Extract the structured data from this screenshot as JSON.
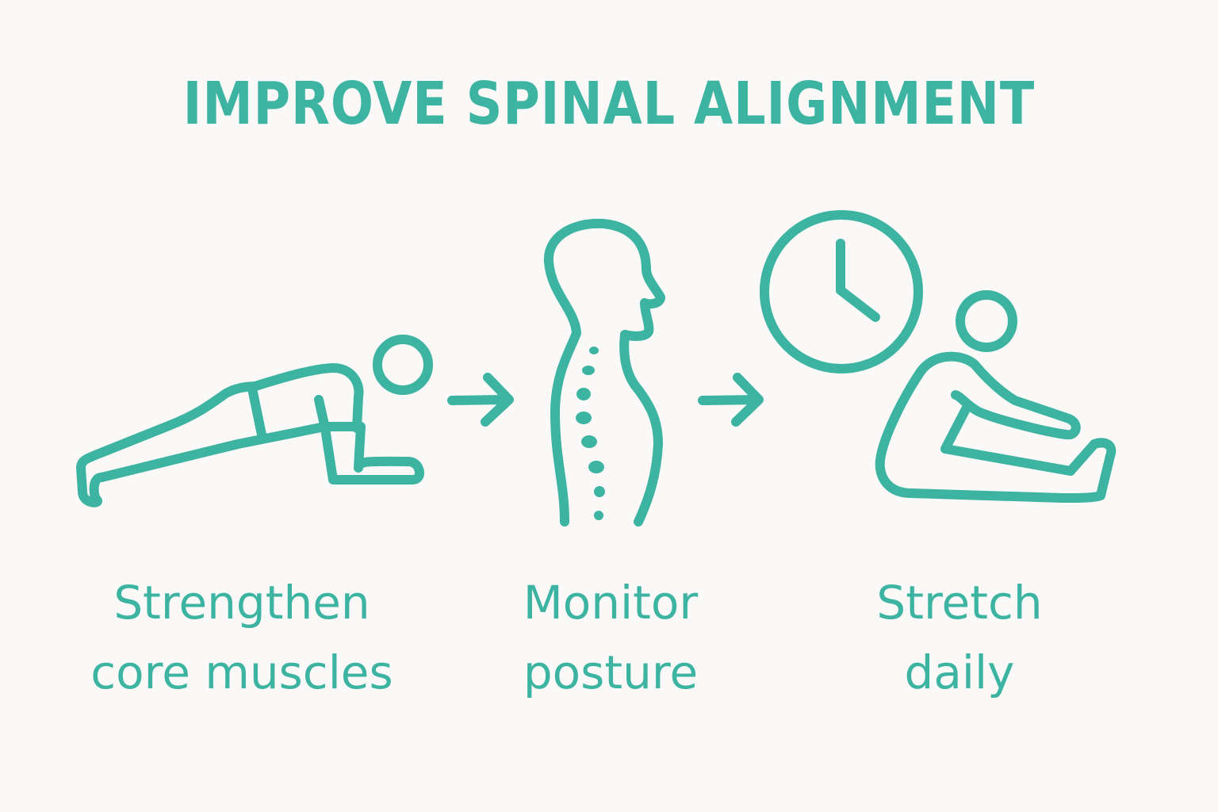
{
  "title": "IMPROVE SPINAL ALIGNMENT",
  "accent_color": "#3db3a1",
  "background_color": "#faf9f7",
  "steps": [
    {
      "icon": "plank-exercise-icon",
      "line1": "Strengthen",
      "line2": "core muscles"
    },
    {
      "icon": "spine-posture-icon",
      "line1": "Monitor",
      "line2": "posture"
    },
    {
      "icon": "clock-stretch-icon",
      "line1": "Stretch",
      "line2": "daily"
    }
  ],
  "connectors": [
    "arrow-right-icon",
    "arrow-right-icon"
  ]
}
